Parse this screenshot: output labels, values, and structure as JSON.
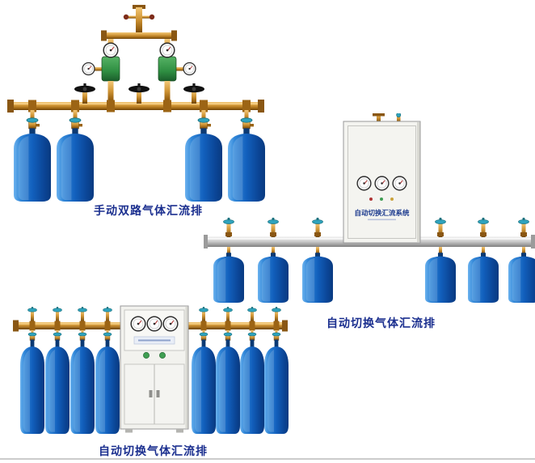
{
  "page": {
    "background": "#ffffff",
    "caption_color": "#1b2f8f"
  },
  "products": {
    "manual_dual": {
      "caption": "手动双路气体汇流排",
      "cylinders": 4
    },
    "auto_wall": {
      "caption": "自动切换气体汇流排",
      "cabinet_label": "自动切换汇流系统",
      "cylinders": 6
    },
    "auto_floor": {
      "caption": "自动切换气体汇流排",
      "cylinders": 8
    }
  },
  "colors": {
    "cylinder_blue": "#1260bd",
    "brass": "#c08a28",
    "valve_teal": "#2fa3bd",
    "pipe_silver": "#c9c9c9",
    "cabinet_white": "#f2f2ee",
    "regulator_green": "#2f8e42"
  }
}
